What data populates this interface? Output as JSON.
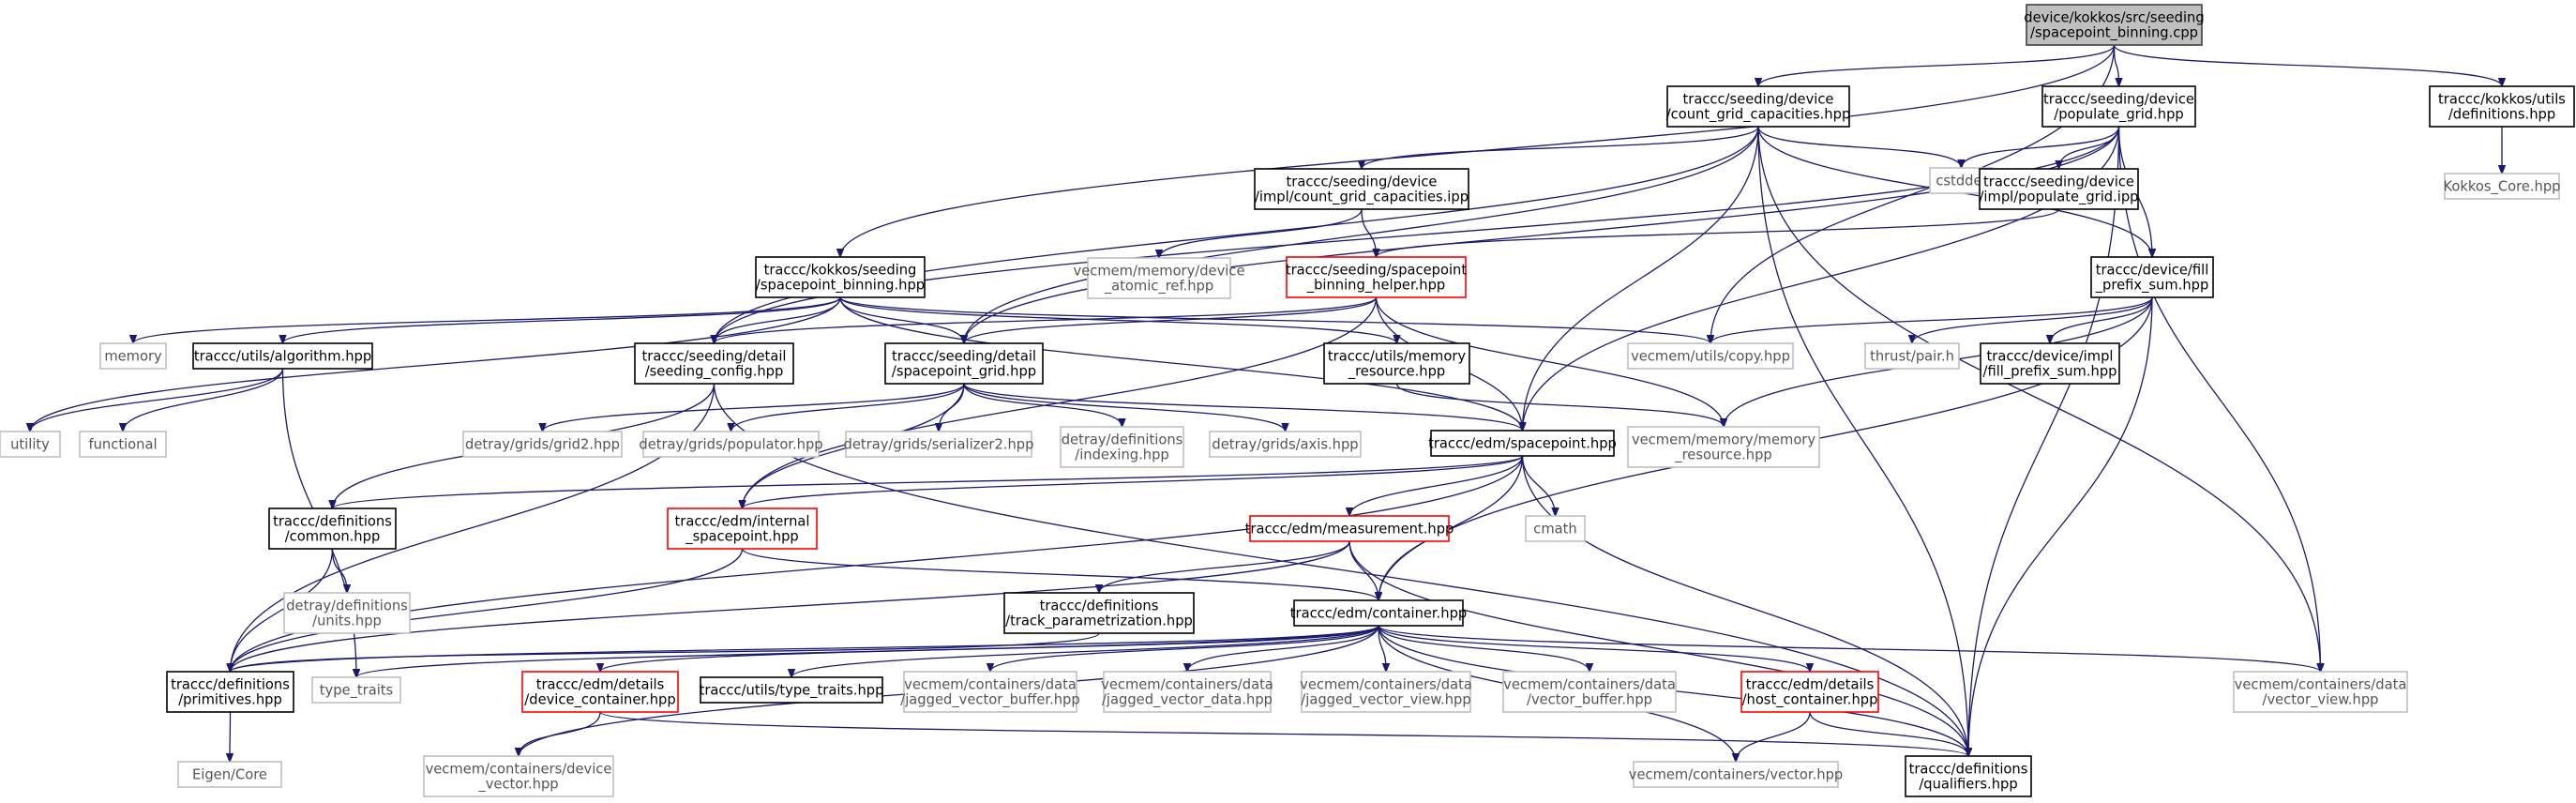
{
  "graph": {
    "nodes": [
      {
        "id": "root",
        "lines": [
          "device/kokkos/src/seeding",
          "/spacepoint_binning.cpp"
        ],
        "kind": "root"
      },
      {
        "id": "count_grid",
        "lines": [
          "traccc/seeding/device",
          "/count_grid_capacities.hpp"
        ],
        "kind": "file"
      },
      {
        "id": "populate_grid",
        "lines": [
          "traccc/seeding/device",
          "/populate_grid.hpp"
        ],
        "kind": "file"
      },
      {
        "id": "kokkos_defs",
        "lines": [
          "traccc/kokkos/utils",
          "/definitions.hpp"
        ],
        "kind": "file"
      },
      {
        "id": "kokkos_core",
        "lines": [
          "Kokkos_Core.hpp"
        ],
        "kind": "missing"
      },
      {
        "id": "cstddef",
        "lines": [
          "cstddef"
        ],
        "kind": "missing"
      },
      {
        "id": "count_ipp",
        "lines": [
          "traccc/seeding/device",
          "/impl/count_grid_capacities.ipp"
        ],
        "kind": "file"
      },
      {
        "id": "populate_ipp",
        "lines": [
          "traccc/seeding/device",
          "/impl/populate_grid.ipp"
        ],
        "kind": "file"
      },
      {
        "id": "atomic_ref",
        "lines": [
          "vecmem/memory/device",
          "_atomic_ref.hpp"
        ],
        "kind": "missing"
      },
      {
        "id": "binning_helper",
        "lines": [
          "traccc/seeding/spacepoint",
          "_binning_helper.hpp"
        ],
        "kind": "red"
      },
      {
        "id": "fill_prefix",
        "lines": [
          "traccc/device/fill",
          "_prefix_sum.hpp"
        ],
        "kind": "file"
      },
      {
        "id": "kokkos_binning",
        "lines": [
          "traccc/kokkos/seeding",
          "/spacepoint_binning.hpp"
        ],
        "kind": "file"
      },
      {
        "id": "memory",
        "lines": [
          "memory"
        ],
        "kind": "missing"
      },
      {
        "id": "algorithm",
        "lines": [
          "traccc/utils/algorithm.hpp"
        ],
        "kind": "file"
      },
      {
        "id": "seeding_config",
        "lines": [
          "traccc/seeding/detail",
          "/seeding_config.hpp"
        ],
        "kind": "file"
      },
      {
        "id": "spacepoint_grid",
        "lines": [
          "traccc/seeding/detail",
          "/spacepoint_grid.hpp"
        ],
        "kind": "file"
      },
      {
        "id": "memory_resource",
        "lines": [
          "traccc/utils/memory",
          "_resource.hpp"
        ],
        "kind": "file"
      },
      {
        "id": "copy",
        "lines": [
          "vecmem/utils/copy.hpp"
        ],
        "kind": "missing"
      },
      {
        "id": "thrust_pair",
        "lines": [
          "thrust/pair.h"
        ],
        "kind": "missing"
      },
      {
        "id": "fill_prefix_impl",
        "lines": [
          "traccc/device/impl",
          "/fill_prefix_sum.hpp"
        ],
        "kind": "file"
      },
      {
        "id": "utility",
        "lines": [
          "utility"
        ],
        "kind": "missing"
      },
      {
        "id": "functional",
        "lines": [
          "functional"
        ],
        "kind": "missing"
      },
      {
        "id": "grid2",
        "lines": [
          "detray/grids/grid2.hpp"
        ],
        "kind": "missing"
      },
      {
        "id": "populator",
        "lines": [
          "detray/grids/populator.hpp"
        ],
        "kind": "missing"
      },
      {
        "id": "serializer2",
        "lines": [
          "detray/grids/serializer2.hpp"
        ],
        "kind": "missing"
      },
      {
        "id": "indexing",
        "lines": [
          "detray/definitions",
          "/indexing.hpp"
        ],
        "kind": "missing"
      },
      {
        "id": "axis",
        "lines": [
          "detray/grids/axis.hpp"
        ],
        "kind": "missing"
      },
      {
        "id": "edm_spacepoint",
        "lines": [
          "traccc/edm/spacepoint.hpp"
        ],
        "kind": "file"
      },
      {
        "id": "vm_memory_resource",
        "lines": [
          "vecmem/memory/memory",
          "_resource.hpp"
        ],
        "kind": "missing"
      },
      {
        "id": "defs_common",
        "lines": [
          "traccc/definitions",
          "/common.hpp"
        ],
        "kind": "file"
      },
      {
        "id": "internal_sp",
        "lines": [
          "traccc/edm/internal",
          "_spacepoint.hpp"
        ],
        "kind": "red"
      },
      {
        "id": "measurement",
        "lines": [
          "traccc/edm/measurement.hpp"
        ],
        "kind": "red"
      },
      {
        "id": "cmath",
        "lines": [
          "cmath"
        ],
        "kind": "missing"
      },
      {
        "id": "detray_units",
        "lines": [
          "detray/definitions",
          "/units.hpp"
        ],
        "kind": "missing"
      },
      {
        "id": "track_param",
        "lines": [
          "traccc/definitions",
          "/track_parametrization.hpp"
        ],
        "kind": "file"
      },
      {
        "id": "container",
        "lines": [
          "traccc/edm/container.hpp"
        ],
        "kind": "file"
      },
      {
        "id": "primitives",
        "lines": [
          "traccc/definitions",
          "/primitives.hpp"
        ],
        "kind": "file"
      },
      {
        "id": "type_traits",
        "lines": [
          "type_traits"
        ],
        "kind": "missing"
      },
      {
        "id": "device_container",
        "lines": [
          "traccc/edm/details",
          "/device_container.hpp"
        ],
        "kind": "red"
      },
      {
        "id": "utils_type_traits",
        "lines": [
          "traccc/utils/type_traits.hpp"
        ],
        "kind": "file"
      },
      {
        "id": "jvb",
        "lines": [
          "vecmem/containers/data",
          "/jagged_vector_buffer.hpp"
        ],
        "kind": "missing"
      },
      {
        "id": "jvd",
        "lines": [
          "vecmem/containers/data",
          "/jagged_vector_data.hpp"
        ],
        "kind": "missing"
      },
      {
        "id": "jvv",
        "lines": [
          "vecmem/containers/data",
          "/jagged_vector_view.hpp"
        ],
        "kind": "missing"
      },
      {
        "id": "vb",
        "lines": [
          "vecmem/containers/data",
          "/vector_buffer.hpp"
        ],
        "kind": "missing"
      },
      {
        "id": "host_container",
        "lines": [
          "traccc/edm/details",
          "/host_container.hpp"
        ],
        "kind": "red"
      },
      {
        "id": "vv",
        "lines": [
          "vecmem/containers/data",
          "/vector_view.hpp"
        ],
        "kind": "missing"
      },
      {
        "id": "eigen",
        "lines": [
          "Eigen/Core"
        ],
        "kind": "missing"
      },
      {
        "id": "device_vector",
        "lines": [
          "vecmem/containers/device",
          "_vector.hpp"
        ],
        "kind": "missing"
      },
      {
        "id": "vm_vector",
        "lines": [
          "vecmem/containers/vector.hpp"
        ],
        "kind": "missing"
      },
      {
        "id": "qualifiers",
        "lines": [
          "traccc/definitions",
          "/qualifiers.hpp"
        ],
        "kind": "file"
      }
    ],
    "edges": [
      [
        "root",
        "count_grid"
      ],
      [
        "root",
        "populate_grid"
      ],
      [
        "root",
        "kokkos_defs"
      ],
      [
        "root",
        "kokkos_binning"
      ],
      [
        "root",
        "copy"
      ],
      [
        "kokkos_defs",
        "kokkos_core"
      ],
      [
        "count_grid",
        "cstddef"
      ],
      [
        "count_grid",
        "count_ipp"
      ],
      [
        "count_grid",
        "fill_prefix"
      ],
      [
        "count_grid",
        "seeding_config"
      ],
      [
        "count_grid",
        "spacepoint_grid"
      ],
      [
        "count_grid",
        "edm_spacepoint"
      ],
      [
        "count_grid",
        "vv"
      ],
      [
        "count_grid",
        "qualifiers"
      ],
      [
        "populate_grid",
        "cstddef"
      ],
      [
        "populate_grid",
        "populate_ipp"
      ],
      [
        "populate_grid",
        "fill_prefix"
      ],
      [
        "populate_grid",
        "seeding_config"
      ],
      [
        "populate_grid",
        "spacepoint_grid"
      ],
      [
        "populate_grid",
        "edm_spacepoint"
      ],
      [
        "populate_grid",
        "vv"
      ],
      [
        "populate_grid",
        "qualifiers"
      ],
      [
        "count_ipp",
        "atomic_ref"
      ],
      [
        "count_ipp",
        "binning_helper"
      ],
      [
        "populate_ipp",
        "binning_helper"
      ],
      [
        "binning_helper",
        "seeding_config"
      ],
      [
        "binning_helper",
        "spacepoint_grid"
      ],
      [
        "binning_helper",
        "edm_spacepoint"
      ],
      [
        "binning_helper",
        "internal_sp"
      ],
      [
        "binning_helper",
        "vm_memory_resource"
      ],
      [
        "kokkos_binning",
        "memory"
      ],
      [
        "kokkos_binning",
        "algorithm"
      ],
      [
        "kokkos_binning",
        "seeding_config"
      ],
      [
        "kokkos_binning",
        "spacepoint_grid"
      ],
      [
        "kokkos_binning",
        "memory_resource"
      ],
      [
        "kokkos_binning",
        "copy"
      ],
      [
        "kokkos_binning",
        "edm_spacepoint"
      ],
      [
        "kokkos_binning",
        "utility"
      ],
      [
        "algorithm",
        "utility"
      ],
      [
        "algorithm",
        "functional"
      ],
      [
        "algorithm",
        "type_traits"
      ],
      [
        "fill_prefix",
        "copy"
      ],
      [
        "fill_prefix",
        "thrust_pair"
      ],
      [
        "fill_prefix",
        "fill_prefix_impl"
      ],
      [
        "fill_prefix",
        "vm_memory_resource"
      ],
      [
        "fill_prefix",
        "container"
      ],
      [
        "fill_prefix",
        "qualifiers"
      ],
      [
        "seeding_config",
        "defs_common"
      ],
      [
        "seeding_config",
        "primitives"
      ],
      [
        "seeding_config",
        "qualifiers"
      ],
      [
        "spacepoint_grid",
        "grid2"
      ],
      [
        "spacepoint_grid",
        "populator"
      ],
      [
        "spacepoint_grid",
        "serializer2"
      ],
      [
        "spacepoint_grid",
        "indexing"
      ],
      [
        "spacepoint_grid",
        "axis"
      ],
      [
        "spacepoint_grid",
        "edm_spacepoint"
      ],
      [
        "spacepoint_grid",
        "internal_sp"
      ],
      [
        "memory_resource",
        "vm_memory_resource"
      ],
      [
        "edm_spacepoint",
        "defs_common"
      ],
      [
        "edm_spacepoint",
        "internal_sp"
      ],
      [
        "edm_spacepoint",
        "measurement"
      ],
      [
        "edm_spacepoint",
        "cmath"
      ],
      [
        "edm_spacepoint",
        "container"
      ],
      [
        "edm_spacepoint",
        "primitives"
      ],
      [
        "edm_spacepoint",
        "qualifiers"
      ],
      [
        "defs_common",
        "detray_units"
      ],
      [
        "defs_common",
        "primitives"
      ],
      [
        "internal_sp",
        "container"
      ],
      [
        "internal_sp",
        "primitives"
      ],
      [
        "measurement",
        "track_param"
      ],
      [
        "measurement",
        "container"
      ],
      [
        "measurement",
        "primitives"
      ],
      [
        "measurement",
        "qualifiers"
      ],
      [
        "track_param",
        "primitives"
      ],
      [
        "container",
        "primitives"
      ],
      [
        "container",
        "type_traits"
      ],
      [
        "container",
        "device_container"
      ],
      [
        "container",
        "utils_type_traits"
      ],
      [
        "container",
        "jvb"
      ],
      [
        "container",
        "jvd"
      ],
      [
        "container",
        "jvv"
      ],
      [
        "container",
        "vb"
      ],
      [
        "container",
        "host_container"
      ],
      [
        "container",
        "vv"
      ],
      [
        "container",
        "device_vector"
      ],
      [
        "container",
        "vm_vector"
      ],
      [
        "container",
        "qualifiers"
      ],
      [
        "primitives",
        "eigen"
      ],
      [
        "device_container",
        "device_vector"
      ],
      [
        "device_container",
        "qualifiers"
      ],
      [
        "host_container",
        "vm_vector"
      ],
      [
        "host_container",
        "qualifiers"
      ]
    ]
  }
}
